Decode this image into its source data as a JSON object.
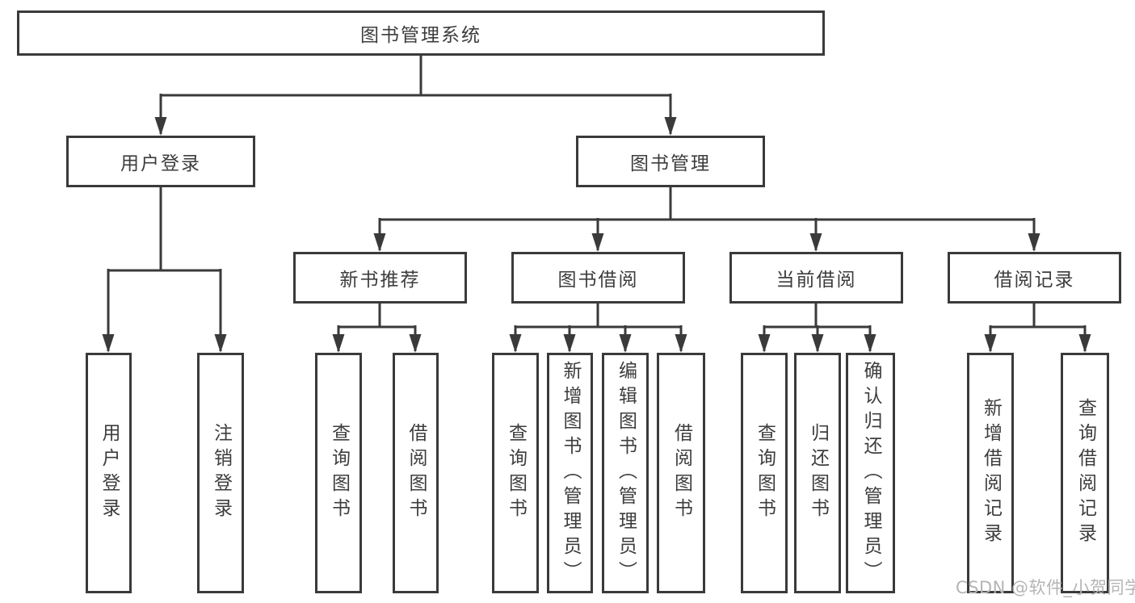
{
  "tree": {
    "label": "图书管理系统",
    "children": [
      {
        "label": "用户登录",
        "children": [
          {
            "label": "用户登录"
          },
          {
            "label": "注销登录"
          }
        ]
      },
      {
        "label": "图书管理",
        "children": [
          {
            "label": "新书推荐",
            "children": [
              {
                "label": "查询图书"
              },
              {
                "label": "借阅图书"
              }
            ]
          },
          {
            "label": "图书借阅",
            "children": [
              {
                "label": "查询图书"
              },
              {
                "label": "新增图书（管理员）"
              },
              {
                "label": "编辑图书（管理员）"
              },
              {
                "label": "借阅图书"
              }
            ]
          },
          {
            "label": "当前借阅",
            "children": [
              {
                "label": "查询图书"
              },
              {
                "label": "归还图书"
              },
              {
                "label": "确认归还（管理员）"
              }
            ]
          },
          {
            "label": "借阅记录",
            "children": [
              {
                "label": "新增借阅记录"
              },
              {
                "label": "查询借阅记录"
              }
            ]
          }
        ]
      }
    ]
  },
  "watermark": {
    "text": "CSDN @软件_小贺同学"
  },
  "colors": {
    "line": "#3a3a3a",
    "text": "#3d3d3d",
    "box_background": "#ffffff",
    "watermark": "#b5b5b5"
  }
}
